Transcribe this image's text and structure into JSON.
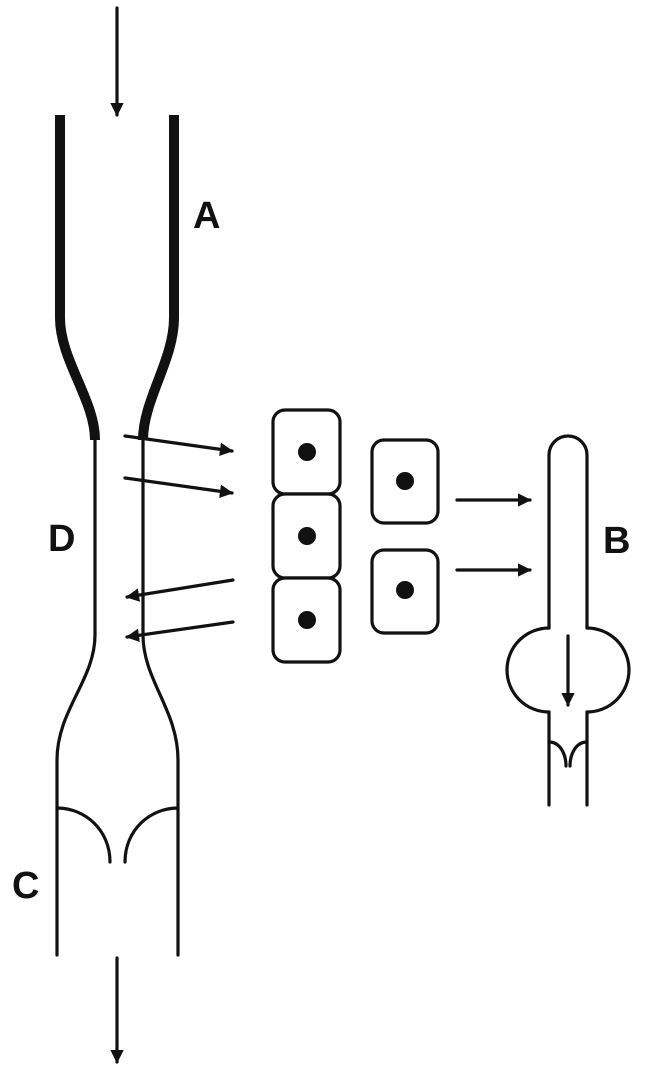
{
  "labels": {
    "A": "A",
    "B": "B",
    "C": "C",
    "D": "D"
  },
  "colors": {
    "stroke": "#111111",
    "background": "#ffffff"
  }
}
